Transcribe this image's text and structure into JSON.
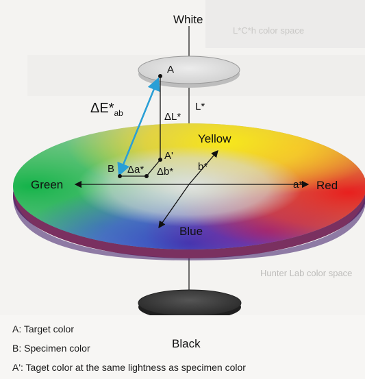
{
  "labels": {
    "white": "White",
    "black": "Black",
    "yellow": "Yellow",
    "green": "Green",
    "red": "Red",
    "blue": "Blue",
    "point_a": "A",
    "point_a_prime": "A'",
    "point_b": "B",
    "delta_e": "ΔE*",
    "delta_e_sub": "ab",
    "delta_l": "ΔL*",
    "l_axis": "L*",
    "delta_a": "Δa*",
    "delta_b": "Δb*",
    "a_axis": "a*",
    "b_axis": "b*"
  },
  "background_text": {
    "top_right": "L*C*h color space",
    "bottom_right": "Hunter Lab color space"
  },
  "legend": [
    "A: Target color",
    "B: Specimen color",
    "A': Taget color at the same lightness as specimen color"
  ],
  "colors": {
    "delta_e_arrow": "#2a9fd6",
    "disk_white": "#d9d9d9",
    "disk_black": "#3a3a3a"
  }
}
